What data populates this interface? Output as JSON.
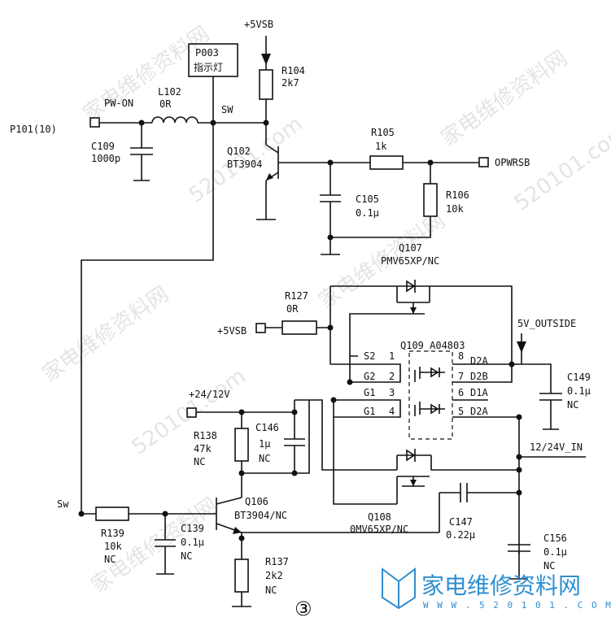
{
  "labels": {
    "vsb_top": "+5VSB",
    "r104_name": "R104",
    "r104_val": "2k7",
    "p003_name": "P003",
    "p003_desc": "指示灯",
    "pw_on": "PW-ON",
    "l102_name": "L102",
    "l102_val": "0R",
    "sw_top": "SW",
    "p101": "P101(10)",
    "c109_name": "C109",
    "c109_val": "1000p",
    "q102_name": "Q102",
    "q102_val": "BT3904",
    "r105_name": "R105",
    "r105_val": "1k",
    "opwrsb": "OPWRSB",
    "c105_name": "C105",
    "c105_val": "0.1μ",
    "r106_name": "R106",
    "r106_val": "10k",
    "q107_name": "Q107",
    "q107_val": "PMV65XP/NC",
    "r127_name": "R127",
    "r127_val": "0R",
    "vsb_left": "+5VSB",
    "out5v": "5V_OUTSIDE",
    "q109": "Q109_A04803",
    "pin_s2": "S2",
    "pin_1": "1",
    "pin_g2": "G2",
    "pin_2": "2",
    "pin_g1a": "G1",
    "pin_3": "3",
    "pin_g1b": "G1",
    "pin_4": "4",
    "pin_8": "8",
    "pin_d2a_top": "D2A",
    "pin_7": "7",
    "pin_d2b": "D2B",
    "pin_6": "6",
    "pin_d1a": "D1A",
    "pin_5": "5",
    "pin_d2a_bot": "D2A",
    "c149_name": "C149",
    "c149_val": "0.1μ",
    "c149_nc": "NC",
    "v24": "+24/12V",
    "r138_name": "R138",
    "r138_val": "47k",
    "r138_nc": "NC",
    "c146_name": "C146",
    "c146_val": "1μ",
    "c146_nc": "NC",
    "in12": "12/24V_IN",
    "sw_left": "Sw",
    "q106_name": "Q106",
    "q106_val": "BT3904/NC",
    "r139_name": "R139",
    "r139_val": "10k",
    "r139_nc": "NC",
    "c139_name": "C139",
    "c139_val": "0.1μ",
    "c139_nc": "NC",
    "q108_name": "Q108",
    "q108_val": "0MV65XP/NC",
    "c147_name": "C147",
    "c147_val": "0.22μ",
    "c156_name": "C156",
    "c156_val": "0.1μ",
    "c156_nc": "NC",
    "r137_name": "R137",
    "r137_val": "2k2",
    "r137_nc": "NC",
    "fig_no": "③"
  },
  "watermark": {
    "text": "家电维修资料网",
    "site": "520101.com",
    "logo_cn": "家电维修资料网",
    "logo_url": "W W W . 5 2 0 1 0 1 . C O M",
    "color": "#2f8fd0"
  }
}
